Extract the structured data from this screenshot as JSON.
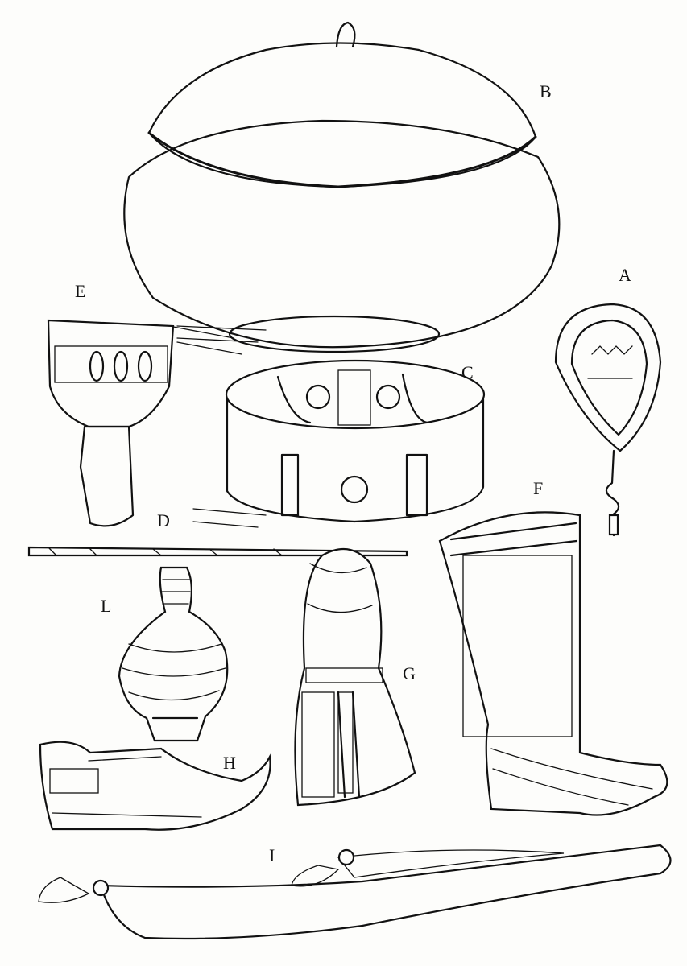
{
  "labels": {
    "A": "A",
    "B": "B",
    "C": "C",
    "D": "D",
    "E": "E",
    "F": "F",
    "G": "G",
    "H": "H",
    "I": "I",
    "L": "L"
  }
}
